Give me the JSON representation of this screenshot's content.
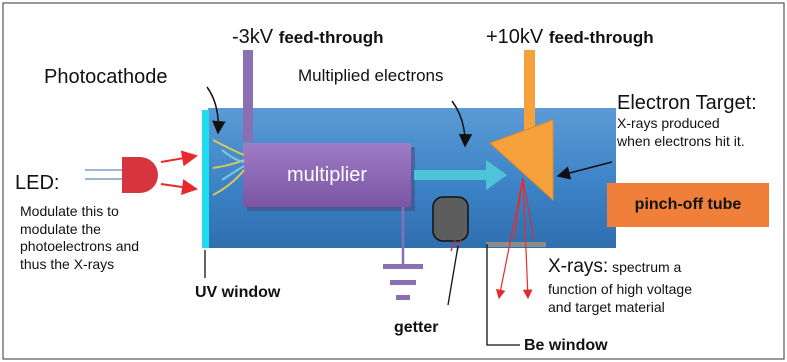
{
  "labels": {
    "photocathode": "Photocathode",
    "minus_kv": "-3kV",
    "minus_feed": "feed-through",
    "plus_kv": "+10kV",
    "plus_feed": "feed-through",
    "multiplied": "Multiplied electrons",
    "electron_target": "Electron Target:",
    "xray_produced": [
      "X-rays produced",
      "when electrons hit it."
    ],
    "led": "LED:",
    "led_desc": [
      "Modulate this to",
      "modulate the",
      "photoelectrons and",
      "thus the X-rays"
    ],
    "multiplier": "multiplier",
    "pinch_off": "pinch-off tube",
    "uv_window": "UV window",
    "getter": "getter",
    "be_window": "Be window",
    "xrays_head": "X-rays:",
    "xrays_desc": [
      "spectrum a",
      "function of high voltage",
      "and target material"
    ]
  },
  "colors": {
    "tube": "#3f86c9",
    "multiplier": "#8a63b0",
    "target": "#f7a13c",
    "pinch_off": "#f07f3a",
    "uv_window": "#1fdcf0",
    "arrow_red": "#e8292b",
    "feed_minus": "#8a6fb3",
    "feed_plus": "#f7a13c",
    "getter": "#5d5d5d",
    "ground": "#8a6fb3",
    "led": "#d6353f"
  }
}
